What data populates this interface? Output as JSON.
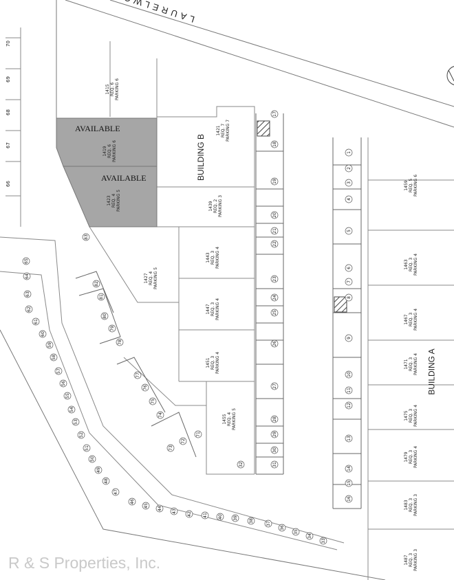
{
  "road_label": "LAURELWOOD ROAD",
  "building_a": "BUILDING A",
  "building_b": "BUILDING B",
  "available_1": "AVAILABLE",
  "available_2": "AVAILABLE",
  "watermark": "R & S Properties, Inc.",
  "colors": {
    "available_fill": "#a6a6a6",
    "line": "#555555",
    "hatch": "#444444",
    "watermark": "#c9c9c9"
  },
  "units_b": [
    {
      "num": "1415",
      "req": "REQ. 6",
      "parking": "PARKING 6"
    },
    {
      "num": "1419",
      "req": "REQ. 6",
      "parking": "PARKING 6"
    },
    {
      "num": "1421",
      "req": "REQ. 7",
      "parking": "PARKING 7"
    },
    {
      "num": "1423",
      "req": "REQ. 4",
      "parking": "PARKING 5"
    },
    {
      "num": "1439",
      "req": "REQ. 2",
      "parking": "PARKING 3"
    },
    {
      "num": "1443",
      "req": "REQ. 3",
      "parking": "PARKING 4"
    },
    {
      "num": "1427",
      "req": "REQ. 4",
      "parking": "PARKING 5"
    },
    {
      "num": "1447",
      "req": "REQ. 3",
      "parking": "PARKING 4"
    },
    {
      "num": "1451",
      "req": "REQ. 3",
      "parking": "PARKING 4"
    },
    {
      "num": "1455",
      "req": "REQ. 4",
      "parking": "PARKING 5"
    }
  ],
  "units_a": [
    {
      "num": "1459",
      "req": "REQ. 5",
      "parking": "PARKING 6"
    },
    {
      "num": "1463",
      "req": "REQ. 3",
      "parking": "PARKING 4"
    },
    {
      "num": "1467",
      "req": "REQ. 3",
      "parking": "PARKING 4"
    },
    {
      "num": "1471",
      "req": "REQ. 3",
      "parking": "PARKING 4"
    },
    {
      "num": "1475",
      "req": "REQ. 3",
      "parking": "PARKING 4"
    },
    {
      "num": "1479",
      "req": "REQ. 3",
      "parking": "PARKING 4"
    },
    {
      "num": "1483",
      "req": "REQ. 3",
      "parking": "PARKING 3"
    },
    {
      "num": "1487",
      "req": "REQ. 3",
      "parking": "PARKING 3"
    }
  ],
  "stalls_a": [
    "1",
    "2",
    "3",
    "4",
    "5",
    "6",
    "7",
    "8",
    "9",
    "10",
    "11",
    "12",
    "13",
    "14",
    "15",
    "16"
  ],
  "stalls_mid": [
    "17",
    "18",
    "19",
    "20",
    "21",
    "22",
    "23",
    "24",
    "25",
    "26",
    "27",
    "28",
    "29",
    "30",
    "31",
    "32"
  ],
  "stalls_inner": [
    "71",
    "72",
    "73",
    "74",
    "75",
    "76",
    "77",
    "78",
    "79",
    "80",
    "81",
    "82",
    "83"
  ],
  "stalls_arc": [
    "33",
    "34",
    "35",
    "36",
    "37",
    "38",
    "39",
    "40",
    "41",
    "42",
    "43",
    "44",
    "45",
    "46",
    "47",
    "48",
    "49",
    "50",
    "51",
    "52",
    "53",
    "54",
    "55",
    "56",
    "57",
    "58",
    "59",
    "60",
    "61",
    "62",
    "63",
    "64",
    "65"
  ],
  "stalls_left": [
    "66",
    "67",
    "68",
    "69",
    "70"
  ]
}
